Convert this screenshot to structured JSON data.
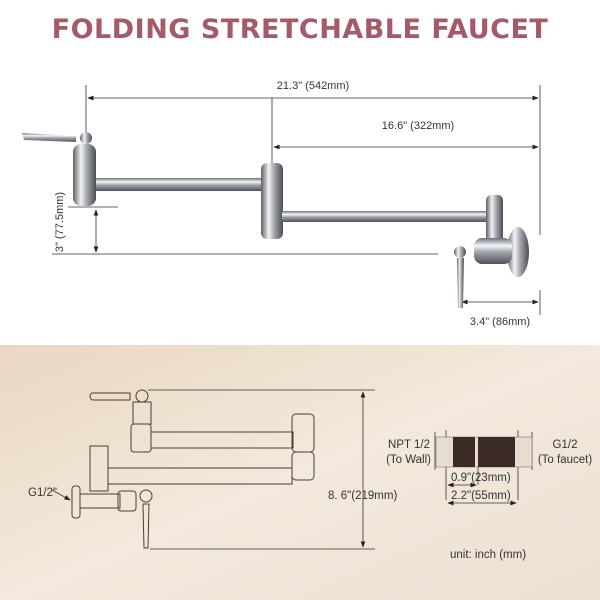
{
  "title": "FOLDING STRETCHABLE FAUCET",
  "top_diagram": {
    "overall_width": "21.3\" (542mm)",
    "arm_length": "16.6\" (322mm)",
    "height_offset": "3\" (77.5mm)",
    "wall_depth": "3.4\" (86mm)"
  },
  "bottom_diagram": {
    "inlet_label": "G1/2\"",
    "folded_height": "8. 6\"(219mm)",
    "adapter": {
      "left_label_line1": "NPT 1/2",
      "left_label_line2": "(To Wall)",
      "right_label_line1": "G1/2",
      "right_label_line2": "(To faucet)",
      "inner_length": "0.9\"(23mm)",
      "total_length": "2.2\"(55mm)"
    },
    "unit_note": "unit: inch (mm)"
  },
  "colors": {
    "title": "#a55a68",
    "bottom_bg": "#efe3d2",
    "chrome": "#b8bcc2"
  }
}
